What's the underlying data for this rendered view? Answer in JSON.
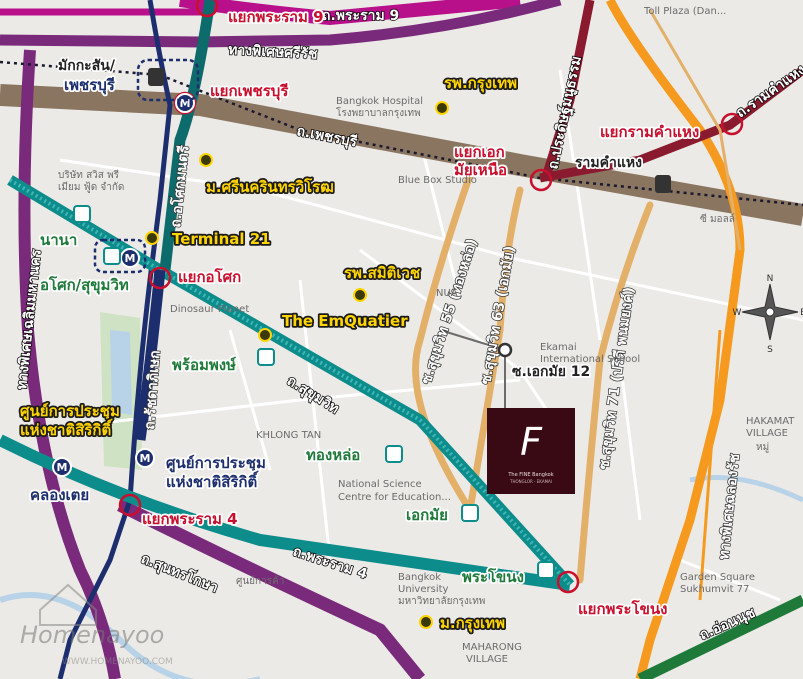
{
  "colors": {
    "background": "#eceae6",
    "expressway": "#7a2a7a",
    "rama9_road": "#b8108a",
    "blue_line": "#1d2e6e",
    "bts_line": "#0d8c8c",
    "airport_link": "#8a1a2e",
    "orange_line": "#f59a1e",
    "green_line": "#1f7a3a",
    "sukhumvit_roads": "#e3b06a",
    "project_box": "#3a0a14",
    "highlight_green": "#3aaa3a"
  },
  "toll_plaza": "Toll Plaza (Dan...",
  "roads": {
    "rama9": "ถ.พระราม 9",
    "si_rat": "ทางพิเศษศรีรัช",
    "phetchaburi": "ถ.เพชรบุรี",
    "pracha_uthit": "ถ.ประดิษฐ์มนูธรรม",
    "ramkhamhaeng": "ถ.รามคำแหง",
    "asok_montri": "ถ.อโศกมนตรี",
    "chaloem_mahanakhon": "ทางพิเศษเฉลิมมหานคร",
    "ratchadaphisek": "ถ.รัชดาภิเษก",
    "sukhumvit": "ถ.สุขุมวิท",
    "soi_thonglo": "ซ.สุขุมวิท 55 (ทองหล่อ)",
    "soi_ekkamai": "ซ.สุขุมวิท 63 (เอกมัย)",
    "soi_71": "ซ.สุขุมวิท 71 (ปรีดี พนมยงค์)",
    "rama4": "ถ.พระราม 4",
    "sunthorn_kosa": "ถ.สุนทรโกษา",
    "srinakarin_expressway": "ทางพิเศษฉลองรัช",
    "on_nut": "ถ.อ่อนนุช"
  },
  "stations": {
    "makkasan": "มักกะสัน/",
    "phetchaburi_stn": "เพชรบุรี",
    "nana": "นานา",
    "asok_sukhumvit": "อโศก/สุขุมวิท",
    "phrom_phong": "พร้อมพงษ์",
    "thonglo": "ทองหล่อ",
    "ekkamai": "เอกมัย",
    "phra_khanong": "พระโขนง",
    "khlong_toei": "คลองเตย",
    "qsncc": "ศูนย์การประชุม\nแห่งชาติสิริกิติ์",
    "ramkhamhaeng_stn": "รามคำแหง"
  },
  "intersections": {
    "rama9": "แยกพระราม 9",
    "phetchaburi": "แยกเพชรบุรี",
    "asok": "แยกอโศก",
    "ekamai_nuea": "แยกเอก\nมัยเหนือ",
    "ramkhamhaeng": "แยกรามคำแหง",
    "rama4": "แยกพระราม 4",
    "phra_khanong": "แยกพระโขนง"
  },
  "landmarks": {
    "bangkok_hospital_th": "รพ.กรุงเทพ",
    "bangkok_hospital_en": "Bangkok Hospital",
    "bangkok_hospital_th2": "โรงพยาบาลกรุงเทพ",
    "swu": "ม.ศรีนครินทรวิโรฒ",
    "terminal21": "Terminal 21",
    "samitivej": "รพ.สมิติเวช",
    "emquartier": "The EmQuatier",
    "qsncc_yellow": "ศูนย์การประชุม\nแห่งชาติสิริกิติ์",
    "bangkok_univ": "ม.กรุงเทพ",
    "soi_ekkamai12": "ซ.เอกมัย 12"
  },
  "base_labels": {
    "blue_box": "Blue Box Studio",
    "dinosaur": "Dinosaur Planet",
    "khlong_tan": "KHLONG TAN",
    "nsc": "National Science\nCentre for Education...",
    "ekamai_school": "Ekamai\nInternational School",
    "bu_en": "Bangkok\nUniversity",
    "bu_th": "มหาวิทยาลัยกรุงเทพ",
    "mahargong": "MAHARONG\nVILLAGE",
    "garden": "Garden Square\nSukhumvit 77",
    "hakamat": "HAKAMAT\nVILLAGE",
    "nua": "NUA",
    "mall_label": "ซี มอลล์",
    "swt_co": "บริษัท สวิส พรี\nเมียม ฟู้ด จำกัด",
    "klongton_mall": "ศูนย์การค้า",
    "hakamat_th": "หมู่"
  },
  "project": {
    "logo": "F",
    "name": "The FINE Bangkok",
    "sub": "THONGLOR - EKAMAI"
  },
  "watermark": {
    "brand": "Homenayoo",
    "url": "WWW.HOMENAYOO.COM"
  }
}
